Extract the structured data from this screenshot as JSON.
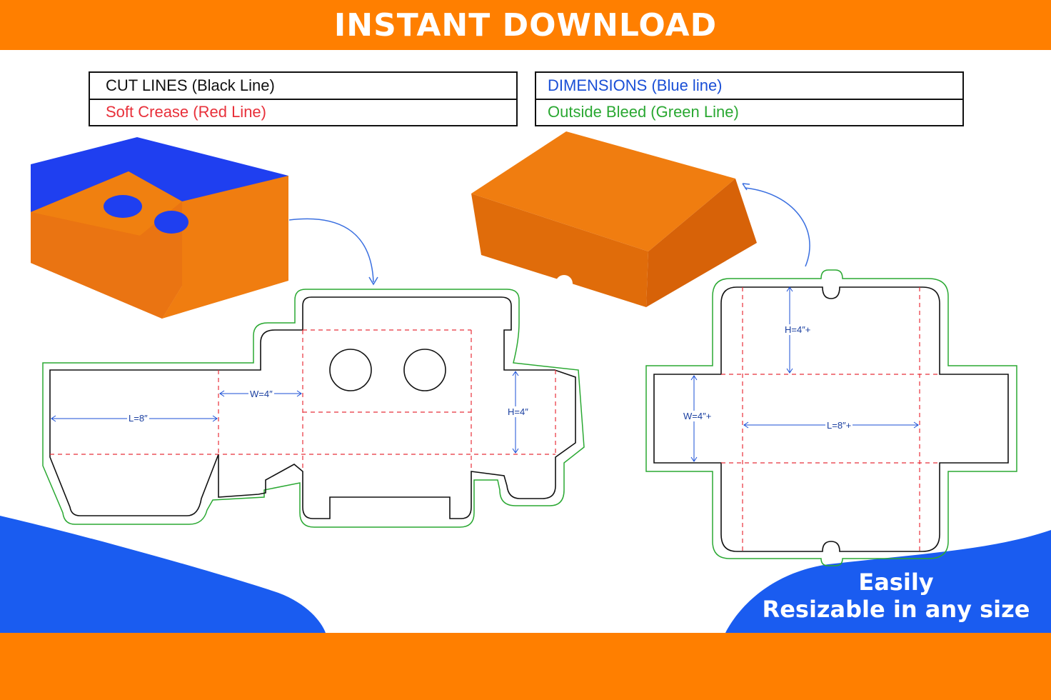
{
  "header": {
    "title": "INSTANT DOWNLOAD"
  },
  "legend": {
    "cut_lines": "CUT LINES (Black Line)",
    "soft_crease": "Soft Crease (Red Line)",
    "dimensions": "DIMENSIONS (Blue line)",
    "outside_bleed": "Outside Bleed (Green Line)"
  },
  "left_dieline": {
    "length": "L=8″",
    "width": "W=4″",
    "height": "H=4″"
  },
  "right_dieline": {
    "height": "H=4″+",
    "width": "W=4″+",
    "length": "L=8″+"
  },
  "promo": {
    "line1": "Easily",
    "line2": "Resizable in any size"
  },
  "colors": {
    "orange": "#ff7f00",
    "blue": "#1a5cf0",
    "cut": "#111111",
    "crease": "#e8303a",
    "dimension": "#1a4fd6",
    "bleed": "#2aa832"
  }
}
